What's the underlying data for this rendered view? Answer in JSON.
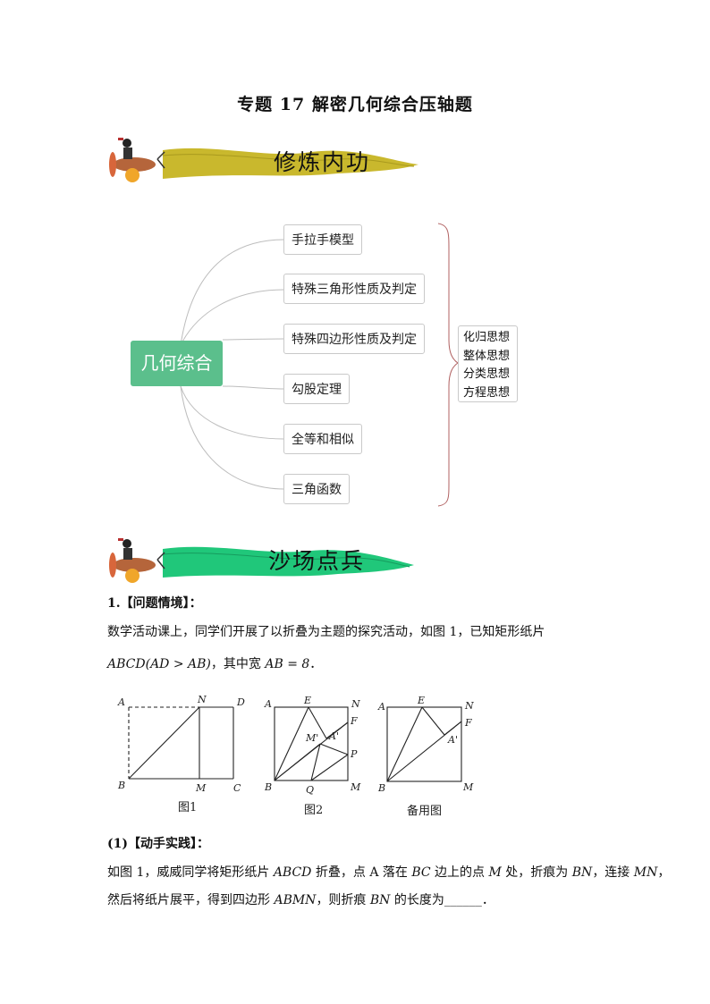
{
  "page": {
    "title": "专题 17  解密几何综合压轴题"
  },
  "banners": [
    {
      "text": "修炼内功",
      "color": "#c9b82d"
    },
    {
      "text": "沙场点兵",
      "color": "#20c77a"
    }
  ],
  "mindmap": {
    "root": "几何综合",
    "branches": [
      "手拉手模型",
      "特殊三角形性质及判定",
      "特殊四边形性质及判定",
      "勾股定理",
      "全等和相似",
      "三角函数"
    ],
    "ideas": [
      "化归思想",
      "整体思想",
      "分类思想",
      "方程思想"
    ]
  },
  "problem": {
    "heading": "1.【问题情境】：",
    "intro_line1": "数学活动课上，同学们开展了以折叠为主题的探究活动，如图 1，已知矩形纸片",
    "intro_line2_math": "ABCD",
    "intro_line2_paren": "(AD > AB)",
    "intro_line2_text": "，其中宽 ",
    "intro_line2_eq": "AB = 8",
    "intro_line2_end": "．",
    "part1_heading": "(1)【动手实践】：",
    "part1_line1_a": "如图 1，威威同学将矩形纸片 ",
    "part1_line1_b": "ABCD",
    "part1_line1_c": " 折叠，点 A 落在 ",
    "part1_line1_d": "BC",
    "part1_line1_e": " 边上的点 ",
    "part1_line1_f": "M",
    "part1_line1_g": " 处，折痕为 ",
    "part1_line1_h": "BN",
    "part1_line1_i": "，连接 ",
    "part1_line1_j": "MN",
    "part1_line1_k": "，",
    "part1_line2_a": "然后将纸片展平，得到四边形 ",
    "part1_line2_b": "ABMN",
    "part1_line2_c": "，则折痕 ",
    "part1_line2_d": "BN",
    "part1_line2_e": " 的长度为",
    "part1_line2_blank": "______",
    "part1_line2_end": "．"
  },
  "figures": [
    {
      "caption": "图1",
      "labels": [
        "A",
        "N",
        "D",
        "B",
        "M",
        "C"
      ]
    },
    {
      "caption": "图2",
      "labels": [
        "A",
        "E",
        "N",
        "F",
        "M'",
        "A'",
        "P",
        "B",
        "Q",
        "M"
      ]
    },
    {
      "caption": "备用图",
      "labels": [
        "A",
        "E",
        "N",
        "F",
        "A'",
        "B",
        "M"
      ]
    }
  ]
}
